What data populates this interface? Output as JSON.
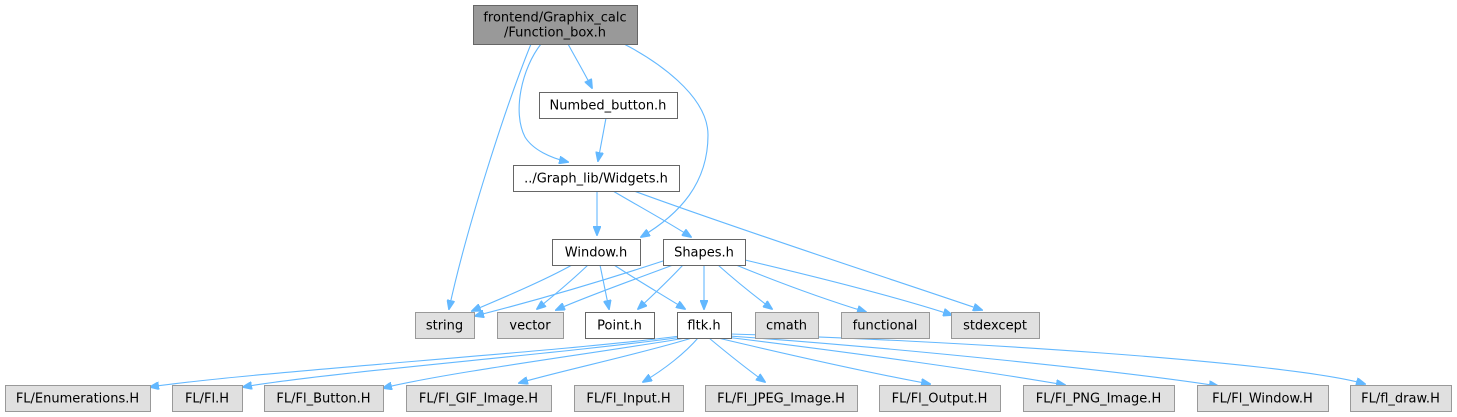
{
  "colors": {
    "edge": "#63b8ff",
    "focus_fill": "#999999",
    "focus_stroke": "#666666",
    "internal_fill": "#ffffff",
    "internal_stroke": "#666666",
    "external_fill": "#e0e0e0",
    "external_stroke": "#999999"
  },
  "nodes": {
    "function_box": {
      "lines": [
        "frontend/Graphix_calc",
        "/Function_box.h"
      ],
      "kind": "focus"
    },
    "numbed_button": {
      "lines": [
        "Numbed_button.h"
      ],
      "kind": "internal"
    },
    "widgets": {
      "lines": [
        "../Graph_lib/Widgets.h"
      ],
      "kind": "internal"
    },
    "window": {
      "lines": [
        "Window.h"
      ],
      "kind": "internal"
    },
    "shapes": {
      "lines": [
        "Shapes.h"
      ],
      "kind": "internal"
    },
    "string": {
      "lines": [
        "string"
      ],
      "kind": "external"
    },
    "vector": {
      "lines": [
        "vector"
      ],
      "kind": "external"
    },
    "point": {
      "lines": [
        "Point.h"
      ],
      "kind": "internal"
    },
    "fltk": {
      "lines": [
        "fltk.h"
      ],
      "kind": "internal"
    },
    "cmath": {
      "lines": [
        "cmath"
      ],
      "kind": "external"
    },
    "functional": {
      "lines": [
        "functional"
      ],
      "kind": "external"
    },
    "stdexcept": {
      "lines": [
        "stdexcept"
      ],
      "kind": "external"
    },
    "fl_enumerations": {
      "lines": [
        "FL/Enumerations.H"
      ],
      "kind": "external"
    },
    "fl_fl": {
      "lines": [
        "FL/Fl.H"
      ],
      "kind": "external"
    },
    "fl_button": {
      "lines": [
        "FL/Fl_Button.H"
      ],
      "kind": "external"
    },
    "fl_gif": {
      "lines": [
        "FL/Fl_GIF_Image.H"
      ],
      "kind": "external"
    },
    "fl_input": {
      "lines": [
        "FL/Fl_Input.H"
      ],
      "kind": "external"
    },
    "fl_jpeg": {
      "lines": [
        "FL/Fl_JPEG_Image.H"
      ],
      "kind": "external"
    },
    "fl_output": {
      "lines": [
        "FL/Fl_Output.H"
      ],
      "kind": "external"
    },
    "fl_png": {
      "lines": [
        "FL/Fl_PNG_Image.H"
      ],
      "kind": "external"
    },
    "fl_window": {
      "lines": [
        "FL/Fl_Window.H"
      ],
      "kind": "external"
    },
    "fl_draw": {
      "lines": [
        "FL/fl_draw.H"
      ],
      "kind": "external"
    }
  },
  "edges": [
    [
      "function_box",
      "numbed_button"
    ],
    [
      "function_box",
      "widgets"
    ],
    [
      "function_box",
      "window"
    ],
    [
      "function_box",
      "string"
    ],
    [
      "numbed_button",
      "widgets"
    ],
    [
      "widgets",
      "window"
    ],
    [
      "widgets",
      "shapes"
    ],
    [
      "widgets",
      "stdexcept"
    ],
    [
      "window",
      "string"
    ],
    [
      "window",
      "vector"
    ],
    [
      "window",
      "point"
    ],
    [
      "window",
      "fltk"
    ],
    [
      "shapes",
      "string"
    ],
    [
      "shapes",
      "vector"
    ],
    [
      "shapes",
      "point"
    ],
    [
      "shapes",
      "fltk"
    ],
    [
      "shapes",
      "cmath"
    ],
    [
      "shapes",
      "functional"
    ],
    [
      "shapes",
      "stdexcept"
    ],
    [
      "fltk",
      "fl_enumerations"
    ],
    [
      "fltk",
      "fl_fl"
    ],
    [
      "fltk",
      "fl_button"
    ],
    [
      "fltk",
      "fl_gif"
    ],
    [
      "fltk",
      "fl_input"
    ],
    [
      "fltk",
      "fl_jpeg"
    ],
    [
      "fltk",
      "fl_output"
    ],
    [
      "fltk",
      "fl_png"
    ],
    [
      "fltk",
      "fl_window"
    ],
    [
      "fltk",
      "fl_draw"
    ]
  ]
}
